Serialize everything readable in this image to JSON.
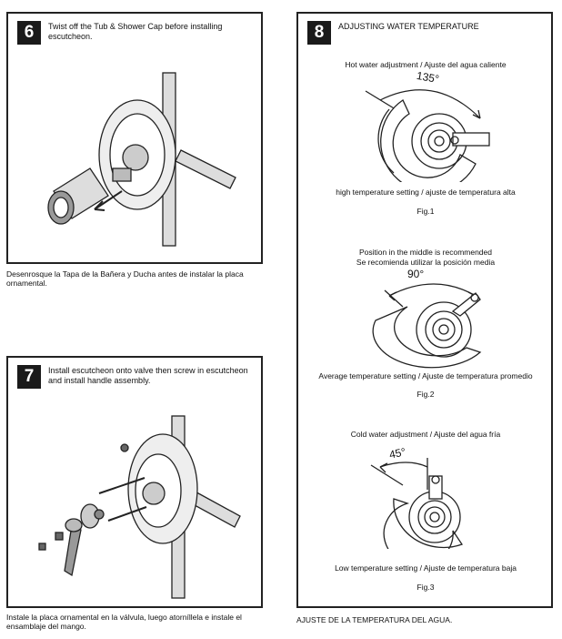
{
  "step6": {
    "number": "6",
    "text": "Twist off the Tub & Shower Cap before installing escutcheon.",
    "caption": "Desenrosque la Tapa de la Bañera y Ducha antes de instalar la placa ornamental."
  },
  "step7": {
    "number": "7",
    "text": "Install escutcheon onto valve then screw in escutcheon and install handle assembly.",
    "caption": "Instale la placa ornamental en la válvula, luego atorníllela e instale el ensamblaje del mango."
  },
  "step8": {
    "number": "8",
    "title": "ADJUSTING WATER TEMPERATURE",
    "caption": "AJUSTE DE LA TEMPERATURA DEL AGUA.",
    "fig1": {
      "top": "Hot water adjustment / Ajuste del agua caliente",
      "angle": "135°",
      "bottom": "high temperature setting / ajuste de temperatura alta",
      "label": "Fig.1"
    },
    "fig2": {
      "top1": "Position in the middle is recommended",
      "top2": "Se recomienda utilizar la posición media",
      "angle": "90°",
      "bottom": "Average temperature setting / Ajuste de temperatura promedio",
      "label": "Fig.2"
    },
    "fig3": {
      "top": "Cold water adjustment / Ajuste del agua fría",
      "angle": "45°",
      "bottom": "Low temperature setting / Ajuste de temperatura baja",
      "label": "Fig.3"
    }
  }
}
